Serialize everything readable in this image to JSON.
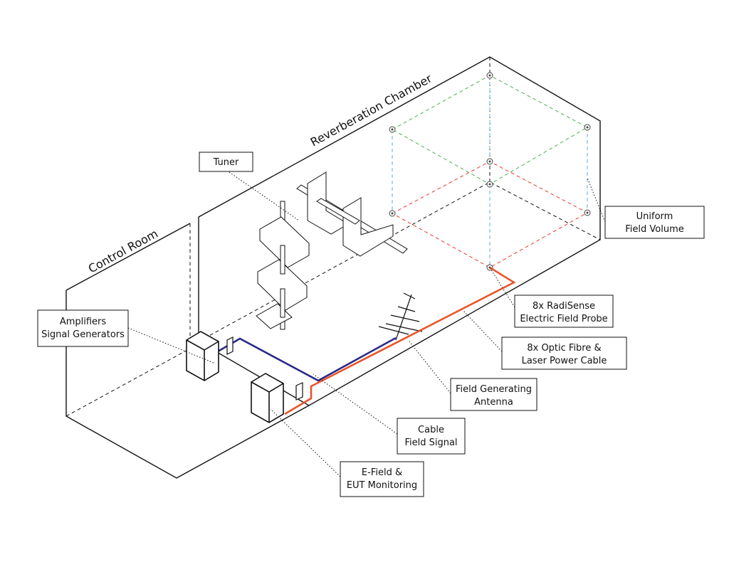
{
  "rooms": {
    "reverberation_chamber": "Reverberation Chamber",
    "control_room": "Control Room"
  },
  "labels": {
    "tuner": "Tuner",
    "uniform_field_volume": [
      "Uniform",
      "Field Volume"
    ],
    "amplifiers": [
      "Amplifiers",
      "Signal Generators"
    ],
    "probe": [
      "8x RadiSense",
      "Electric Field Probe"
    ],
    "optic_fibre": [
      "8x Optic Fibre &",
      "Laser Power Cable"
    ],
    "antenna": [
      "Field Generating",
      "Antenna"
    ],
    "cable": [
      "Cable",
      "Field Signal"
    ],
    "monitoring": [
      "E-Field &",
      "EUT Monitoring"
    ]
  },
  "colors": {
    "field_signal_cable": "#2a2a8a",
    "optic_fibre_cable": "#e8552a",
    "volume_top": "#4caf50",
    "volume_bottom": "#e53935",
    "volume_vertical": "#64a9e0"
  }
}
